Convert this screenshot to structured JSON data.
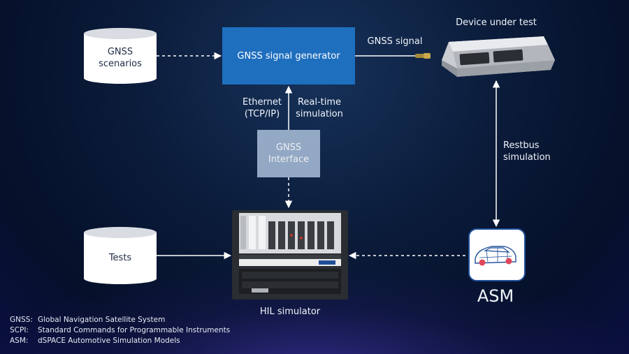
{
  "nodes": {
    "gnss_scenarios": "GNSS\nscenarios",
    "signal_generator": "GNSS signal generator",
    "device_under_test": "Device under test",
    "gnss_interface": "GNSS\nInterface",
    "tests": "Tests",
    "hil_simulator": "HIL simulator",
    "asm": "ASM"
  },
  "edges": {
    "gnss_signal": "GNSS signal",
    "ethernet": "Ethernet\n(TCP/IP)",
    "realtime": "Real-time\nsimulation",
    "restbus": "Restbus\nsimulation"
  },
  "legend": [
    {
      "key": "GNSS:",
      "text": "Global Navigation Satellite System"
    },
    {
      "key": "SCPI:",
      "text": "Standard Commands for Programmable Instruments"
    },
    {
      "key": "ASM:",
      "text": "dSPACE Automotive Simulation Models"
    }
  ],
  "colors": {
    "generator_box": "#1f6fbf",
    "interface_box": "#9fb4cf",
    "arrow": "#ffffff"
  }
}
